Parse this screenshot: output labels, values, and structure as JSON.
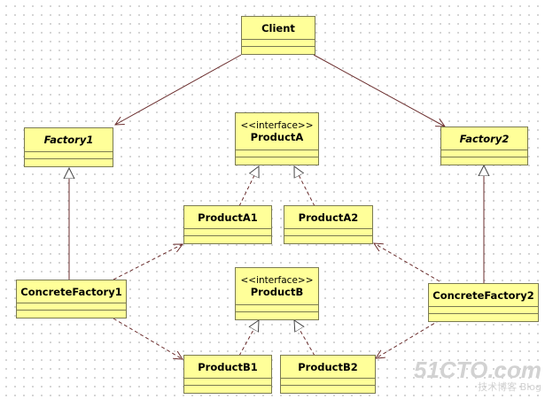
{
  "classes": {
    "client": {
      "name": "Client",
      "stereotype": ""
    },
    "factory1": {
      "name": "Factory1",
      "stereotype": ""
    },
    "factory2": {
      "name": "Factory2",
      "stereotype": ""
    },
    "productA": {
      "name": "ProductA",
      "stereotype": "<<interface>>"
    },
    "productA1": {
      "name": "ProductA1",
      "stereotype": ""
    },
    "productA2": {
      "name": "ProductA2",
      "stereotype": ""
    },
    "concreteFactory1": {
      "name": "ConcreteFactory1",
      "stereotype": ""
    },
    "concreteFactory2": {
      "name": "ConcreteFactory2",
      "stereotype": ""
    },
    "productB": {
      "name": "ProductB",
      "stereotype": "<<interface>>"
    },
    "productB1": {
      "name": "ProductB1",
      "stereotype": ""
    },
    "productB2": {
      "name": "ProductB2",
      "stereotype": ""
    }
  },
  "relations": [
    {
      "from": "client",
      "to": "factory1",
      "kind": "association"
    },
    {
      "from": "client",
      "to": "factory2",
      "kind": "association"
    },
    {
      "from": "concreteFactory1",
      "to": "factory1",
      "kind": "generalization"
    },
    {
      "from": "concreteFactory2",
      "to": "factory2",
      "kind": "generalization"
    },
    {
      "from": "productA1",
      "to": "productA",
      "kind": "realization"
    },
    {
      "from": "productA2",
      "to": "productA",
      "kind": "realization"
    },
    {
      "from": "productB1",
      "to": "productB",
      "kind": "realization"
    },
    {
      "from": "productB2",
      "to": "productB",
      "kind": "realization"
    },
    {
      "from": "concreteFactory1",
      "to": "productA1",
      "kind": "dependency"
    },
    {
      "from": "concreteFactory1",
      "to": "productB1",
      "kind": "dependency"
    },
    {
      "from": "concreteFactory2",
      "to": "productA2",
      "kind": "dependency"
    },
    {
      "from": "concreteFactory2",
      "to": "productB2",
      "kind": "dependency"
    }
  ],
  "watermark": {
    "line1": "51CTO.com",
    "line2": "技术博客",
    "line3": "Blog"
  },
  "colors": {
    "class_fill": "#ffff99",
    "class_border": "#7a7a52",
    "line": "#6b2e2e"
  }
}
